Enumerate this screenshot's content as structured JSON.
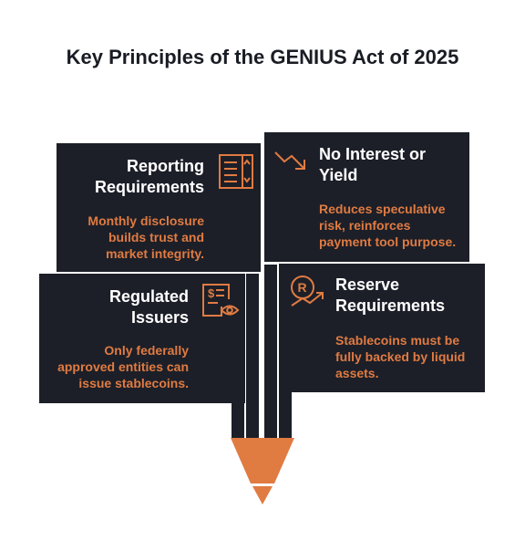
{
  "title": "Key Principles of the GENIUS Act of 2025",
  "colors": {
    "card_bg": "#1c1f28",
    "accent": "#e07b42",
    "text_light": "#ffffff",
    "title": "#1a1c24"
  },
  "cards": [
    {
      "id": "reporting",
      "heading_lines": [
        "Reporting",
        "Requirements"
      ],
      "description_lines": [
        "Monthly disclosure",
        "builds trust and",
        "market integrity."
      ],
      "icon": "report-checklist-icon"
    },
    {
      "id": "interest",
      "heading_lines": [
        "No Interest or",
        "Yield"
      ],
      "description_lines": [
        "Reduces speculative",
        "risk, reinforces",
        "payment tool purpose."
      ],
      "icon": "trend-down-icon"
    },
    {
      "id": "issuers",
      "heading_lines": [
        "Regulated",
        "Issuers"
      ],
      "description_lines": [
        "Only federally",
        "approved entities can",
        "issue stablecoins."
      ],
      "icon": "document-eye-icon"
    },
    {
      "id": "reserve",
      "heading_lines": [
        "Reserve",
        "Requirements"
      ],
      "description_lines": [
        "Stablecoins must be",
        "fully backed by liquid",
        "assets."
      ],
      "icon": "reserve-growth-icon"
    }
  ]
}
